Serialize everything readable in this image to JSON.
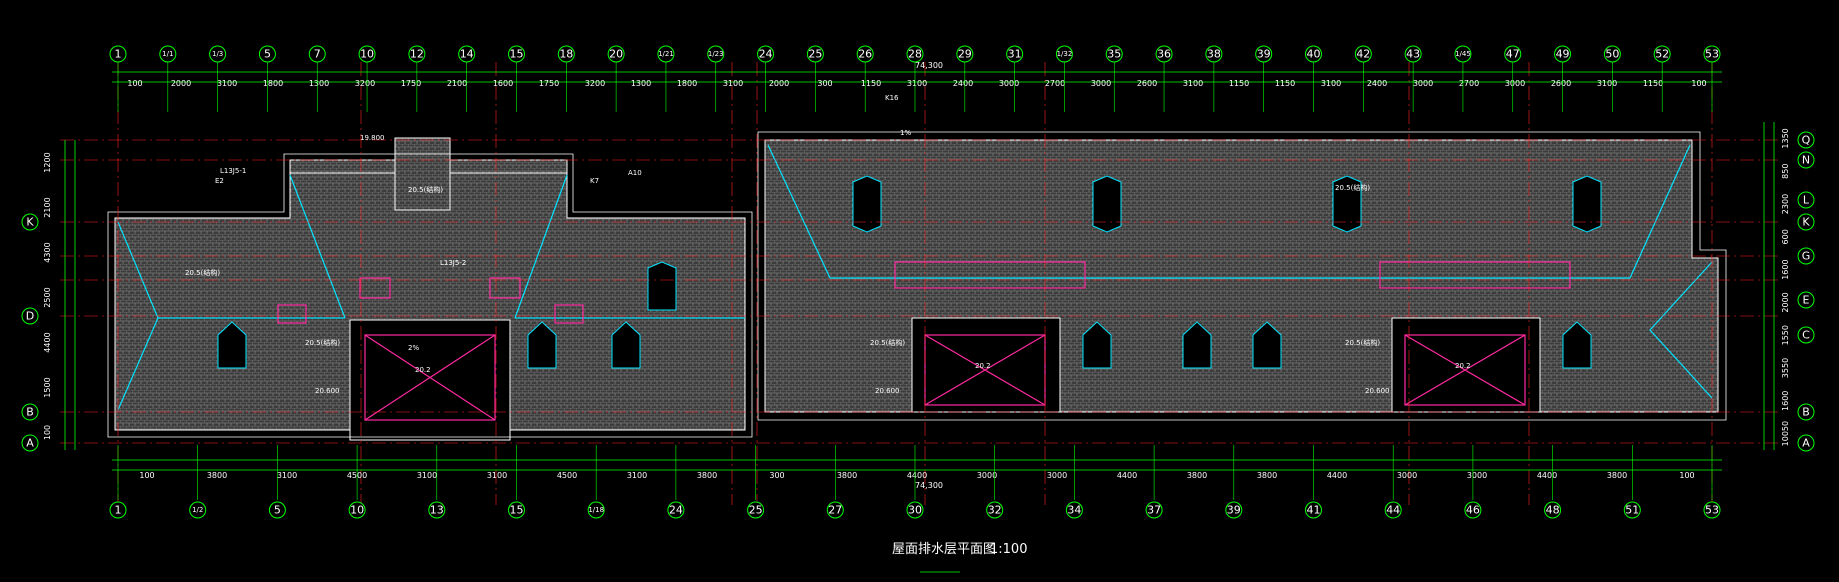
{
  "drawing": {
    "title": "屋面排水层平面图",
    "scale": "1:100",
    "total_length": "74,300"
  },
  "axes": {
    "top": [
      "1",
      "1/1",
      "1/3",
      "5",
      "7",
      "10",
      "12",
      "14",
      "15",
      "18",
      "20",
      "1/21",
      "1/23",
      "24",
      "25",
      "26",
      "28",
      "29",
      "31",
      "1/32",
      "35",
      "36",
      "38",
      "39",
      "40",
      "42",
      "43",
      "1/45",
      "47",
      "49",
      "50",
      "52",
      "53"
    ],
    "bottom": [
      "1",
      "1/2",
      "5",
      "10",
      "13",
      "15",
      "1/18",
      "24",
      "25",
      "27",
      "30",
      "32",
      "34",
      "37",
      "39",
      "41",
      "44",
      "46",
      "48",
      "51",
      "53"
    ],
    "left": [
      "K",
      "D",
      "B",
      "A"
    ],
    "right": [
      "Q",
      "N",
      "L",
      "K",
      "G",
      "E",
      "C",
      "B",
      "A"
    ]
  },
  "dims_top": [
    "100",
    "2000",
    "3100",
    "1800",
    "1300",
    "3200",
    "1750",
    "2100",
    "1600",
    "1750",
    "3200",
    "1300",
    "1800",
    "3100",
    "2000",
    "300",
    "1150",
    "3100",
    "2400",
    "3000",
    "2700",
    "3000",
    "2600",
    "3100",
    "1150",
    "1150",
    "3100",
    "2400",
    "3000",
    "2700",
    "3000",
    "2600",
    "3100",
    "1150",
    "100"
  ],
  "dims_bottom": [
    "100",
    "3800",
    "3100",
    "4500",
    "3100",
    "3100",
    "4500",
    "3100",
    "3800",
    "300",
    "3800",
    "4400",
    "3000",
    "3000",
    "4400",
    "3800",
    "3800",
    "4400",
    "3000",
    "3000",
    "4400",
    "3800",
    "100"
  ],
  "dims_left": [
    "1200",
    "2100",
    "4300",
    "2500",
    "4400",
    "1500",
    "100"
  ],
  "dims_right": [
    "1350",
    "850",
    "2300",
    "600",
    "1600",
    "2000",
    "1550",
    "3550",
    "1600",
    "10050"
  ],
  "annotations": [
    {
      "text": "20.2"
    },
    {
      "text": "20.2"
    },
    {
      "text": "20.2"
    },
    {
      "text": "19.800"
    },
    {
      "text": "20.5(结构)"
    },
    {
      "text": "20.5(结构)"
    },
    {
      "text": "20.5(结构)"
    },
    {
      "text": "20.5(结构)"
    },
    {
      "text": "20.5(结构)"
    },
    {
      "text": "20.5(结构)"
    },
    {
      "text": "20.600"
    },
    {
      "text": "20.600"
    },
    {
      "text": "20.600"
    },
    {
      "text": "2%"
    },
    {
      "text": "1%"
    },
    {
      "text": "L13J5-1"
    },
    {
      "text": "L13J5-2"
    },
    {
      "text": "K16"
    },
    {
      "text": "A10"
    },
    {
      "text": "E2"
    },
    {
      "text": "K7"
    }
  ],
  "colors": {
    "background": "#000000",
    "axis_line": "#ff2020",
    "dimension": "#00ff00",
    "roof_outline": "#ffffff",
    "hatch": "#8a8a8a",
    "cyan": "#00e5ff",
    "magenta": "#ff2aa0",
    "yellow": "#ffff00"
  }
}
